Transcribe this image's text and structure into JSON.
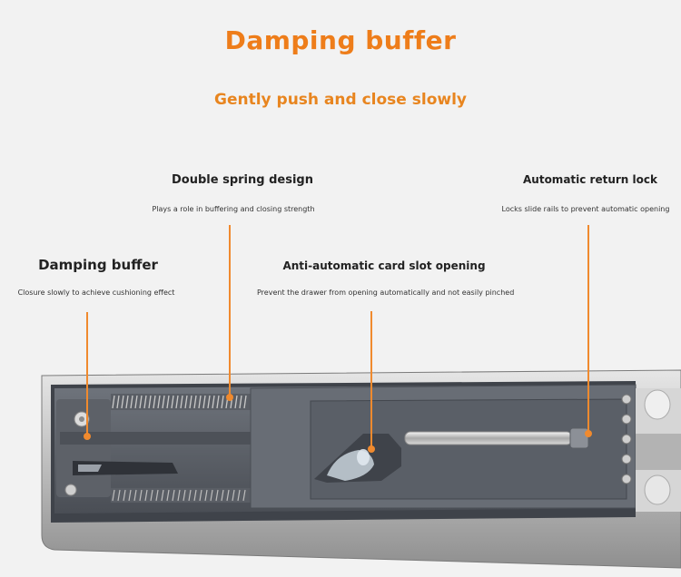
{
  "header": {
    "title": "Damping buffer",
    "subtitle": "Gently push and close slowly"
  },
  "features": [
    {
      "title": "Damping buffer",
      "description": "Closure slowly to achieve cushioning effect"
    },
    {
      "title": "Double spring design",
      "description": "Plays a role in buffering and closing strength"
    },
    {
      "title": "Anti-automatic card slot opening",
      "description": "Prevent the drawer from opening automatically and not easily pinched"
    },
    {
      "title": "Automatic return lock",
      "description": "Locks slide rails to prevent automatic opening"
    }
  ],
  "colors": {
    "accent": "#ee7d1a",
    "leader": "#f08a2e",
    "background": "#f2f2f2"
  }
}
